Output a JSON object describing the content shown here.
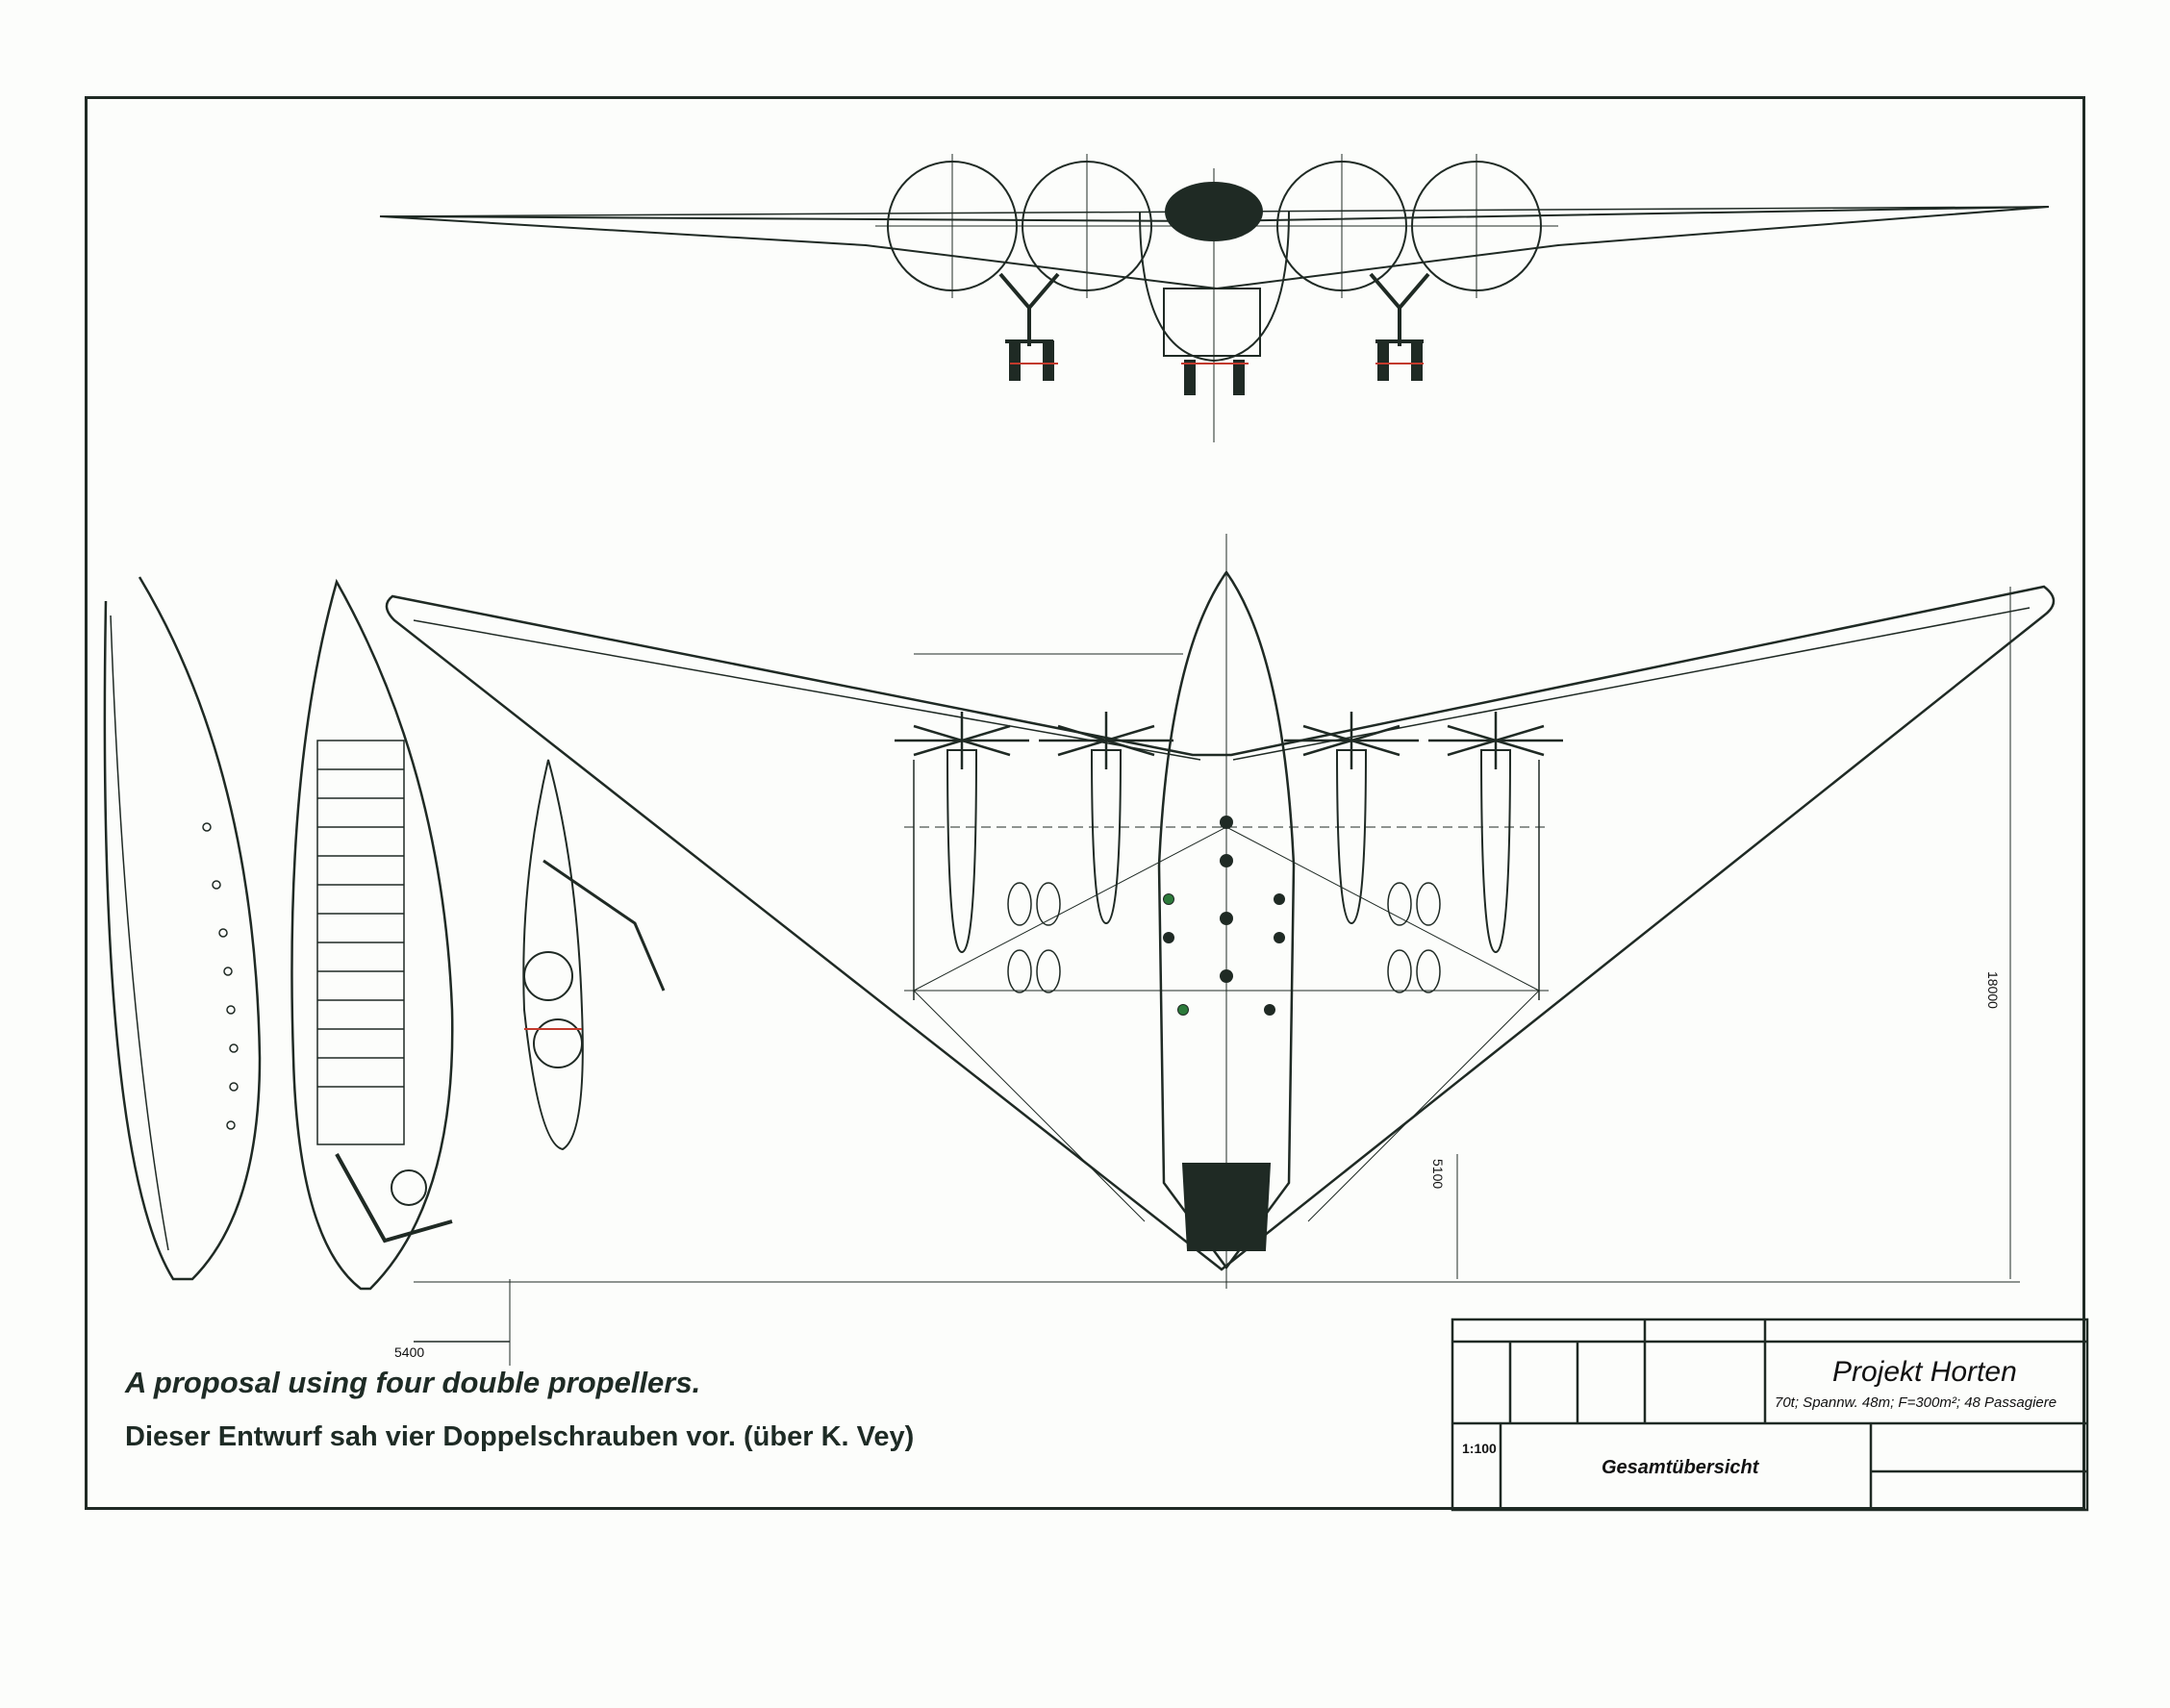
{
  "caption": {
    "english": "A proposal using four double propellers.",
    "german": "Dieser Entwurf sah vier Doppelschrauben vor. (über K. Vey)"
  },
  "dimensions": {
    "span": "18000",
    "chord": "5100",
    "side": "5400"
  },
  "title_block": {
    "project": "Projekt Horten",
    "spec_line": "70t; Spannw. 48m; F=300m²; 48 Passagiere",
    "sheet_title": "Gesamtübersicht",
    "scale": "1:100"
  },
  "colors": {
    "ink": "#1f2a24",
    "paper": "#fcfdfb",
    "green_accent": "#2c7a3a",
    "red_accent": "#c23a2c"
  }
}
